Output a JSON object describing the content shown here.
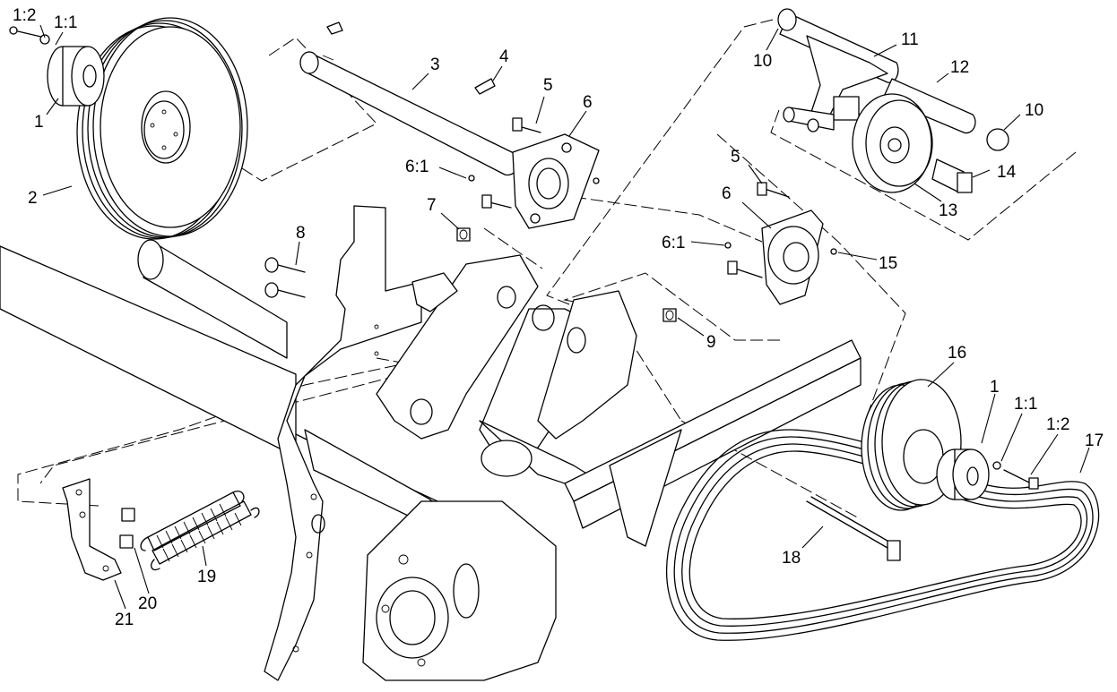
{
  "callouts": [
    {
      "id": "c-1-2-a",
      "text": "1:2"
    },
    {
      "id": "c-1-1-a",
      "text": "1:1"
    },
    {
      "id": "c-1-a",
      "text": "1"
    },
    {
      "id": "c-2",
      "text": "2"
    },
    {
      "id": "c-3",
      "text": "3"
    },
    {
      "id": "c-4",
      "text": "4"
    },
    {
      "id": "c-5-a",
      "text": "5"
    },
    {
      "id": "c-6-a",
      "text": "6"
    },
    {
      "id": "c-6-1-a",
      "text": "6:1"
    },
    {
      "id": "c-7",
      "text": "7"
    },
    {
      "id": "c-8",
      "text": "8"
    },
    {
      "id": "c-9",
      "text": "9"
    },
    {
      "id": "c-10-a",
      "text": "10"
    },
    {
      "id": "c-11",
      "text": "11"
    },
    {
      "id": "c-12",
      "text": "12"
    },
    {
      "id": "c-10-b",
      "text": "10"
    },
    {
      "id": "c-14",
      "text": "14"
    },
    {
      "id": "c-13",
      "text": "13"
    },
    {
      "id": "c-5-b",
      "text": "5"
    },
    {
      "id": "c-6-b",
      "text": "6"
    },
    {
      "id": "c-6-1-b",
      "text": "6:1"
    },
    {
      "id": "c-15",
      "text": "15"
    },
    {
      "id": "c-16",
      "text": "16"
    },
    {
      "id": "c-1-b",
      "text": "1"
    },
    {
      "id": "c-1-1-b",
      "text": "1:1"
    },
    {
      "id": "c-1-2-b",
      "text": "1:2"
    },
    {
      "id": "c-17",
      "text": "17"
    },
    {
      "id": "c-18",
      "text": "18"
    },
    {
      "id": "c-19",
      "text": "19"
    },
    {
      "id": "c-20",
      "text": "20"
    },
    {
      "id": "c-21",
      "text": "21"
    }
  ]
}
